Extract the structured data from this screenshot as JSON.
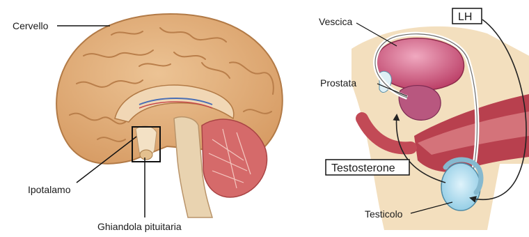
{
  "brain": {
    "cervello_label": "Cervello",
    "ipotalamo_label": "Ipotalamo",
    "pituitaria_label": "Ghiandola pituitaria"
  },
  "reproductive": {
    "vescica_label": "Vescica",
    "prostata_label": "Prostata",
    "testicolo_label": "Testicolo",
    "testosterone_label": "Testosterone",
    "lh_label": "LH"
  },
  "colors": {
    "brain_fill": "#e0b07e",
    "brain_gyri": "#b97e4a",
    "cerebellum": "#cf5f5f",
    "brainstem": "#e9d3b0",
    "tissue_bg": "#f2dfbd",
    "bladder": "#c4426a",
    "prostate": "#b8577f",
    "penis_tissue": "#b8404e",
    "testis": "#a9d8ec",
    "arrow": "#222222"
  }
}
